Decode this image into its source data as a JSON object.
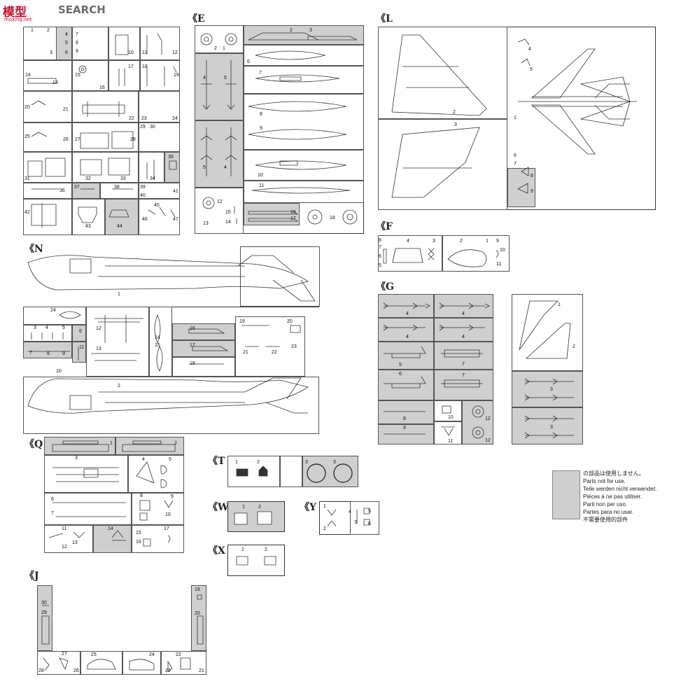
{
  "watermark": {
    "part1": "模型",
    "part2": "SEARCH",
    "url": "moxing.net"
  },
  "sprue_labels": {
    "E": "《E",
    "L": "《L",
    "N": "《N",
    "F": "《F",
    "G": "《G",
    "Q": "《Q",
    "T": "《T",
    "W": "《W",
    "Y": "《Y",
    "X": "《X",
    "J": "《J"
  },
  "legend": {
    "lines": [
      "の部品は使用しません。",
      "Parts not for use.",
      "Teile werden nicht verwendet.",
      "Pièces à ne pas utiliser.",
      "Parti non per uso.",
      "Partes para no usar.",
      "不需要使用的部件"
    ]
  },
  "colors": {
    "not_used_grey": "#cfcfcf",
    "ink": "#333333",
    "brand_red": "#c8102e"
  }
}
